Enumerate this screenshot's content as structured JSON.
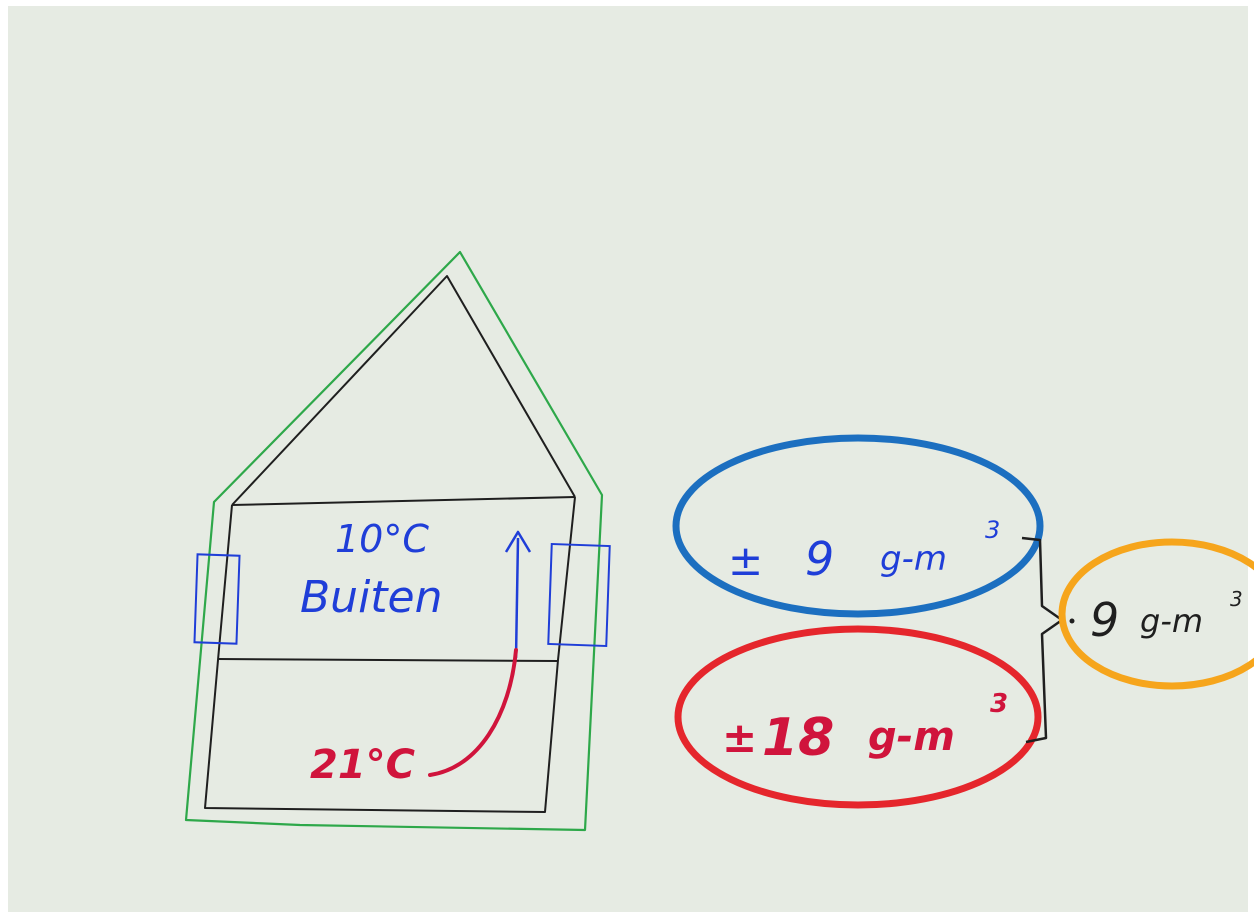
{
  "colors": {
    "board": "#e6ebe3",
    "outer_wall": "#2ea84a",
    "inner_wall": "#1f1f1f",
    "blue": "#1f3ed8",
    "red": "#d0143c",
    "blue_circle": "#1c6fc0",
    "red_circle": "#e5262c",
    "orange_circle": "#f6a51c"
  },
  "diagram": {
    "upper_room": {
      "temperature": "10°C",
      "label": "Buiten"
    },
    "lower_room": {
      "temperature": "21°C"
    },
    "values": {
      "upper": {
        "sign": "±",
        "amount": "9",
        "unit": "g-m",
        "exp": "3"
      },
      "lower": {
        "sign": "±",
        "amount": "18",
        "unit": "g-m",
        "exp": "3"
      },
      "difference": {
        "amount": "9",
        "unit": "g-m",
        "exp": "3"
      }
    }
  }
}
